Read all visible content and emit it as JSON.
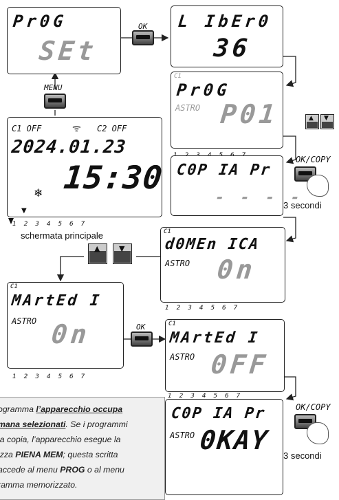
{
  "screens": {
    "prog_set": {
      "line1": "Pr0G",
      "line2": "SEt"
    },
    "main": {
      "c1": "C1 OFF",
      "c2": "C2 OFF",
      "date": "2024.01.23",
      "time": "15:30",
      "day_indicator": "1 2 3 4 5 6 7",
      "snowflake_icon": "❄"
    },
    "libero": {
      "line1": "L IbEr0",
      "line2": "36"
    },
    "prog_p01": {
      "c1": "C1",
      "line1": "Pr0G",
      "astro": "ASTRO",
      "value": "P01",
      "days": "1 2 3 4 5 6 7"
    },
    "copia_dashes": {
      "line1": "C0P IA  Pr",
      "line2": "- - - -"
    },
    "domenica": {
      "c1": "C1",
      "line1": "d0MEn ICA",
      "astro": "ASTRO",
      "value": "0n",
      "days": "1 2 3 4 5 6 7"
    },
    "martedi_on": {
      "c1": "C1",
      "line1": "MArtEd I",
      "astro": "ASTRO",
      "value": "0n",
      "days": "1 2 3 4 5 6 7"
    },
    "martedi_off": {
      "c1": "C1",
      "line1": "MArtEd I",
      "astro": "ASTRO",
      "value": "0FF",
      "days": "1 2 3 4 5 6 7"
    },
    "copia_okay": {
      "line1": "C0P IA  Pr",
      "astro": "ASTRO",
      "value": "0KAY"
    }
  },
  "buttons": {
    "menu_label": "MENU",
    "ok_label": "OK",
    "ok_copy_label": "OK/COPY"
  },
  "captions": {
    "main_screen": "schermata principale",
    "three_seconds_1": "3 secondi",
    "three_seconds_2": "3 secondi"
  },
  "note": {
    "l1_pre": "ogramma ",
    "l1_em": "l’apparecchio occupa",
    "l2_em": "mana selezionati",
    "l2_post": ". Se i programmi",
    "l3": "la copia, l’apparecchio esegue la",
    "l4_pre": "izza ",
    "l4_em": "PIENA MEM",
    "l4_post": "; questa scritta",
    "l5_pre": "accede al menu ",
    "l5_em": "PROG",
    "l5_post": " o al menu",
    "l6": "ramma memorizzato."
  }
}
